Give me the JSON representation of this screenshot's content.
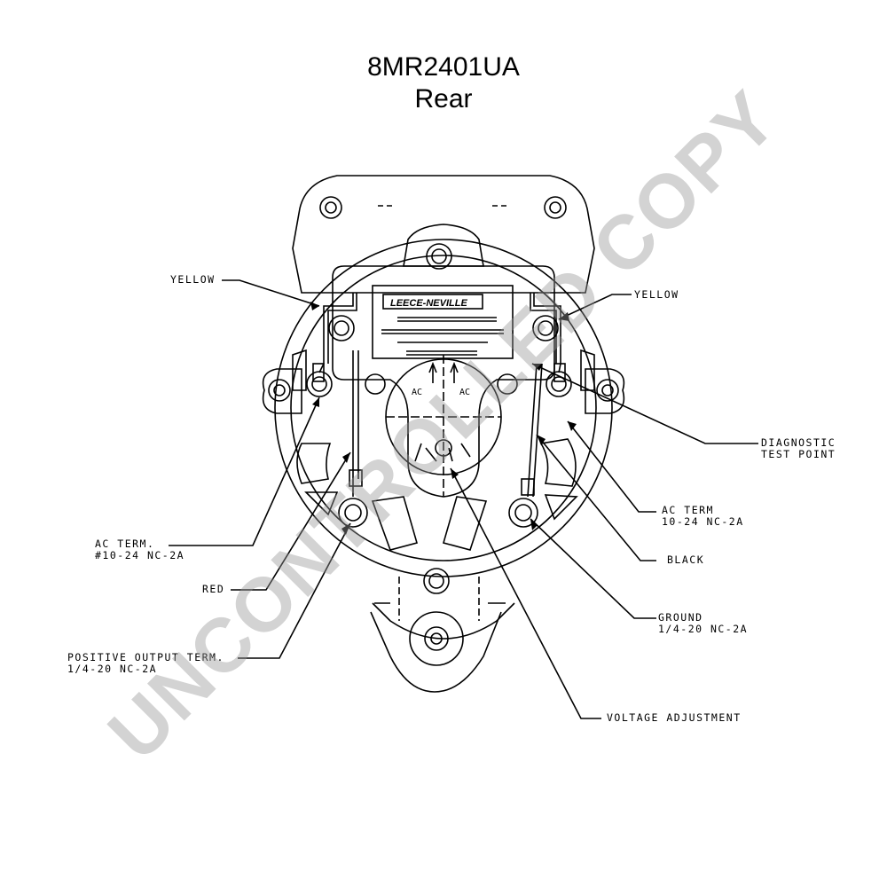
{
  "title": {
    "model": "8MR2401UA",
    "view": "Rear"
  },
  "brand": {
    "logo": "LEECE-NEVILLE"
  },
  "labels": {
    "yellow_left": "YELLOW",
    "yellow_right": "YELLOW",
    "diagnostic_line1": "DIAGNOSTIC",
    "diagnostic_line2": "TEST POINT",
    "ac_term_left_line1": "AC TERM.",
    "ac_term_left_line2": "#10-24 NC-2A",
    "ac_term_right_line1": "AC TERM",
    "ac_term_right_line2": "10-24 NC-2A",
    "black": "BLACK",
    "red": "RED",
    "ground_line1": "GROUND",
    "ground_line2": "1/4-20 NC-2A",
    "positive_line1": "POSITIVE OUTPUT TERM.",
    "positive_line2": "1/4-20 NC-2A",
    "voltage_adjustment": "VOLTAGE ADJUSTMENT",
    "ac_marker_left": "AC",
    "ac_marker_right": "AC"
  },
  "watermark": "UNCONTROLLED COPY"
}
